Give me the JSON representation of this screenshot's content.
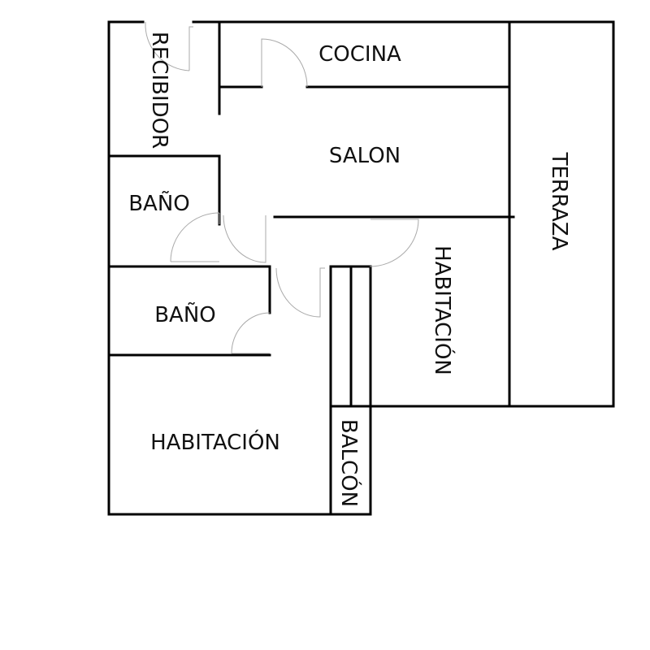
{
  "plan": {
    "rooms": {
      "recibidor": "RECIBIDOR",
      "cocina": "COCINA",
      "salon": "SALON",
      "terraza": "TERRAZA",
      "bano_1": "BAÑO",
      "bano_2": "BAÑO",
      "habitacion_1": "HABITACIÓN",
      "habitacion_2": "HABITACIÓN",
      "balcon": "BALCÓN"
    },
    "colors": {
      "wall": "#000000",
      "door": "#aaaaaa",
      "background": "#ffffff"
    }
  }
}
